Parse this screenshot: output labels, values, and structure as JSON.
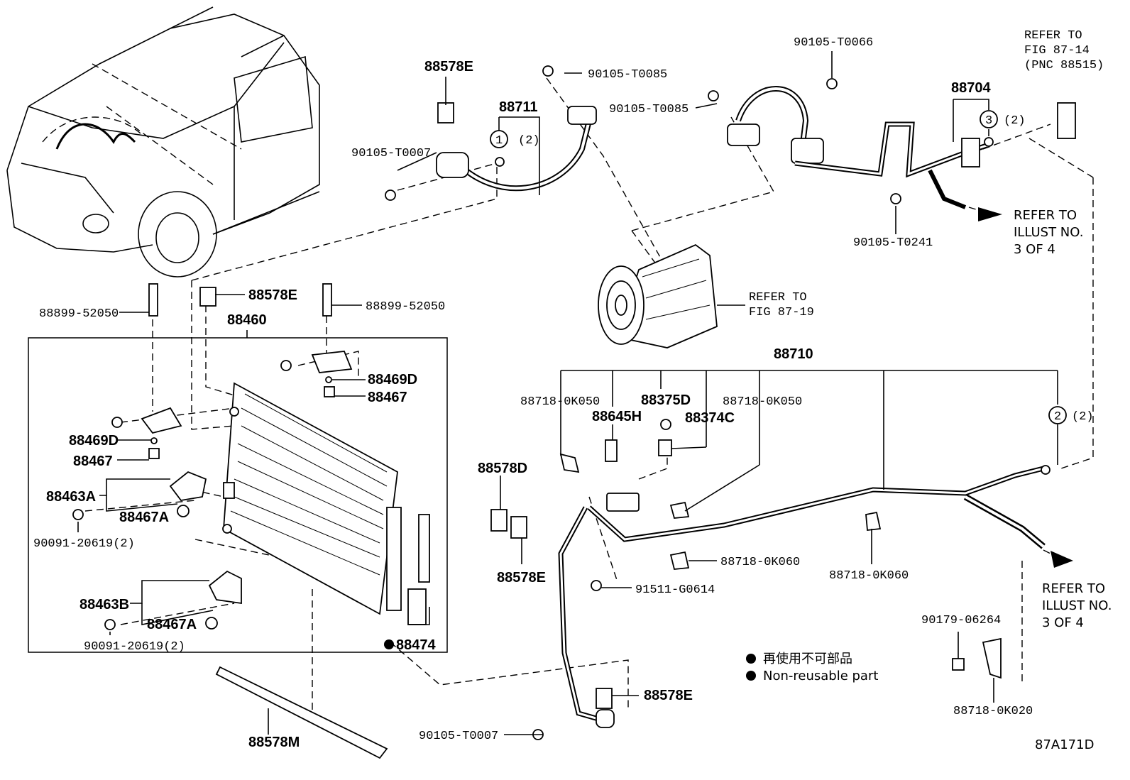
{
  "labels": {
    "l88578E_top": "88578E",
    "l88711": "88711",
    "l90105_T0085_a": "90105-T0085",
    "l90105_T0085_b": "90105-T0085",
    "l90105_T0066": "90105-T0066",
    "l90105_T0007_a": "90105-T0007",
    "l88704": "88704",
    "l90105_T0241": "90105-T0241",
    "l88899_52050_a": "88899-52050",
    "l88578E_mid": "88578E",
    "l88899_52050_b": "88899-52050",
    "l88460": "88460",
    "l88469D_a": "88469D",
    "l88467_a": "88467",
    "l88469D_b": "88469D",
    "l88467_b": "88467",
    "l88463A": "88463A",
    "l88467A_a": "88467A",
    "l90091_a": "90091-20619(2)",
    "l88463B": "88463B",
    "l88467A_b": "88467A",
    "l90091_b": "90091-20619(2)",
    "l88474": "88474",
    "l88578M": "88578M",
    "l88710": "88710",
    "l88718_0K050_a": "88718-0K050",
    "l88375D": "88375D",
    "l88718_0K050_b": "88718-0K050",
    "l88645H": "88645H",
    "l88374C": "88374C",
    "l88578D": "88578D",
    "l88578E_low": "88578E",
    "l88718_0K060_a": "88718-0K060",
    "l88718_0K060_b": "88718-0K060",
    "l91511_G0614": "91511-G0614",
    "l90179_06264": "90179-06264",
    "l88718_0K020": "88718-0K020",
    "l88578E_bottom": "88578E",
    "l90105_T0007_b": "90105-T0007",
    "circle1_qty": "(2)",
    "circle3_qty": "(2)",
    "circle2_qty": "(2)",
    "circle1": "1",
    "circle2": "2",
    "circle3": "3"
  },
  "refs": {
    "fig87_14_l1": "REFER TO",
    "fig87_14_l2": "FIG 87-14",
    "fig87_14_l3": "(PNC 88515)",
    "fig87_19_l1": "REFER TO",
    "fig87_19_l2": "FIG 87-19",
    "illust_a_l1": "REFER TO",
    "illust_a_l2": "ILLUST NO.",
    "illust_a_l3": "3 OF 4",
    "illust_b_l1": "REFER TO",
    "illust_b_l2": "ILLUST NO.",
    "illust_b_l3": "3 OF 4"
  },
  "legend": {
    "jp": "再使用不可部品",
    "en": "Non-reusable part"
  },
  "code": "87A171D"
}
